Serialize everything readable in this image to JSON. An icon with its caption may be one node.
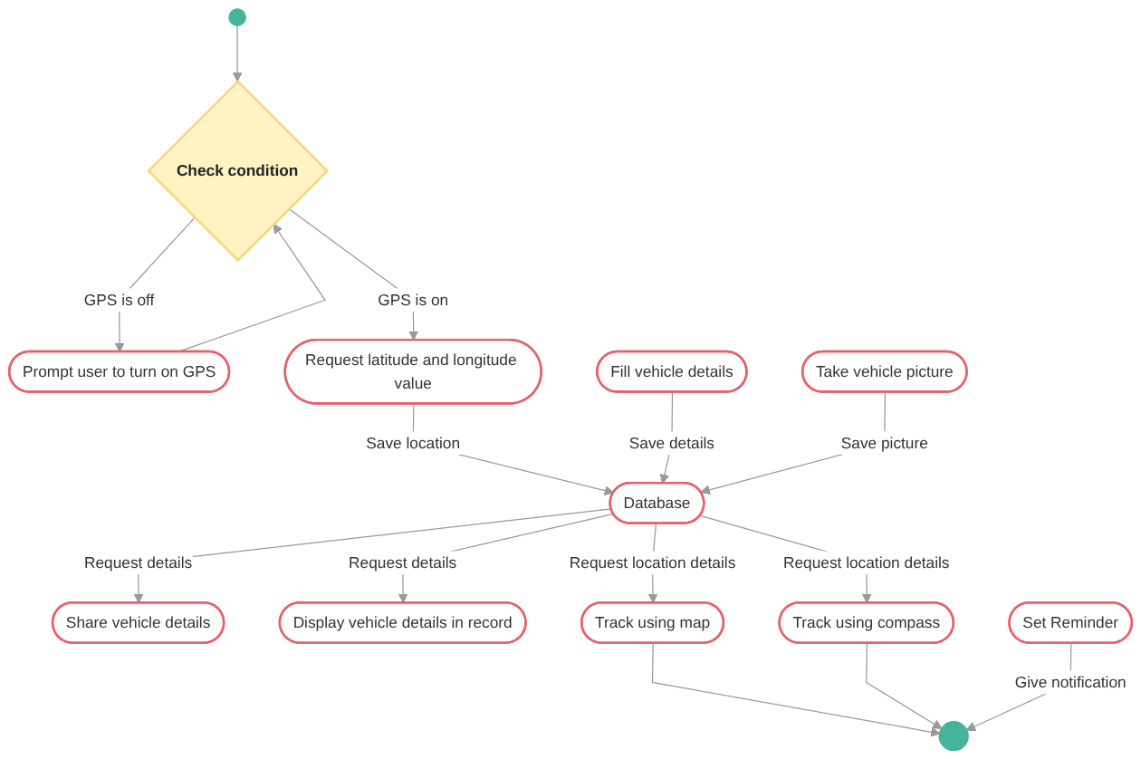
{
  "diagram": {
    "nodes": [
      {
        "text": [],
        "shape": "circle"
      },
      {
        "text": [
          "Check condition"
        ]
      },
      {
        "text": [
          "Prompt user to turn on GPS"
        ]
      },
      {
        "text": [
          "Request latitude and longitude value"
        ]
      },
      {
        "text": [
          "Share vehicle details"
        ]
      },
      {
        "text": [
          "Fill vehicle details"
        ]
      },
      {
        "text": [
          "Database"
        ]
      },
      {
        "text": [
          "Display vehicle details in record"
        ]
      },
      {
        "text": [
          "Take vehicle picture"
        ]
      },
      {
        "text": [
          "Set Reminder"
        ]
      },
      {
        "text": [
          "Track using map"
        ]
      },
      {
        "text": [
          "Track using compass"
        ]
      },
      {
        "text": [],
        "shape": "circle"
      }
    ],
    "edges": [
      {
        "from": 0,
        "to": 1,
        "arrow": "to"
      },
      {
        "from": 2,
        "to": 1,
        "arrow": "to"
      },
      {
        "from": 1,
        "to": 3,
        "label": "GPS is on",
        "arrow": "to"
      },
      {
        "from": 1,
        "to": 2,
        "label": "GPS is off",
        "arrow": "to"
      },
      {
        "from": 3,
        "to": 6,
        "label": "Save location",
        "arrow": "to"
      },
      {
        "from": 5,
        "to": 6,
        "label": "Save details",
        "arrow": "to"
      },
      {
        "from": 8,
        "to": 6,
        "label": "Save picture",
        "arrow": "to"
      },
      {
        "from": 6,
        "to": 4,
        "label": "Request details",
        "arrow": "to"
      },
      {
        "from": 6,
        "to": 7,
        "label": "Request details",
        "arrow": "to"
      },
      {
        "from": 6,
        "to": 10,
        "label": "Request location details",
        "arrow": "to"
      },
      {
        "from": 6,
        "to": 11,
        "label": "Request location details",
        "arrow": "to"
      },
      {
        "from": 10,
        "to": 12,
        "arrow": "to"
      },
      {
        "from": 11,
        "to": 12,
        "arrow": "to"
      },
      {
        "from": 9,
        "to": 12,
        "label": "Give notification",
        "arrow": "to"
      }
    ]
  }
}
